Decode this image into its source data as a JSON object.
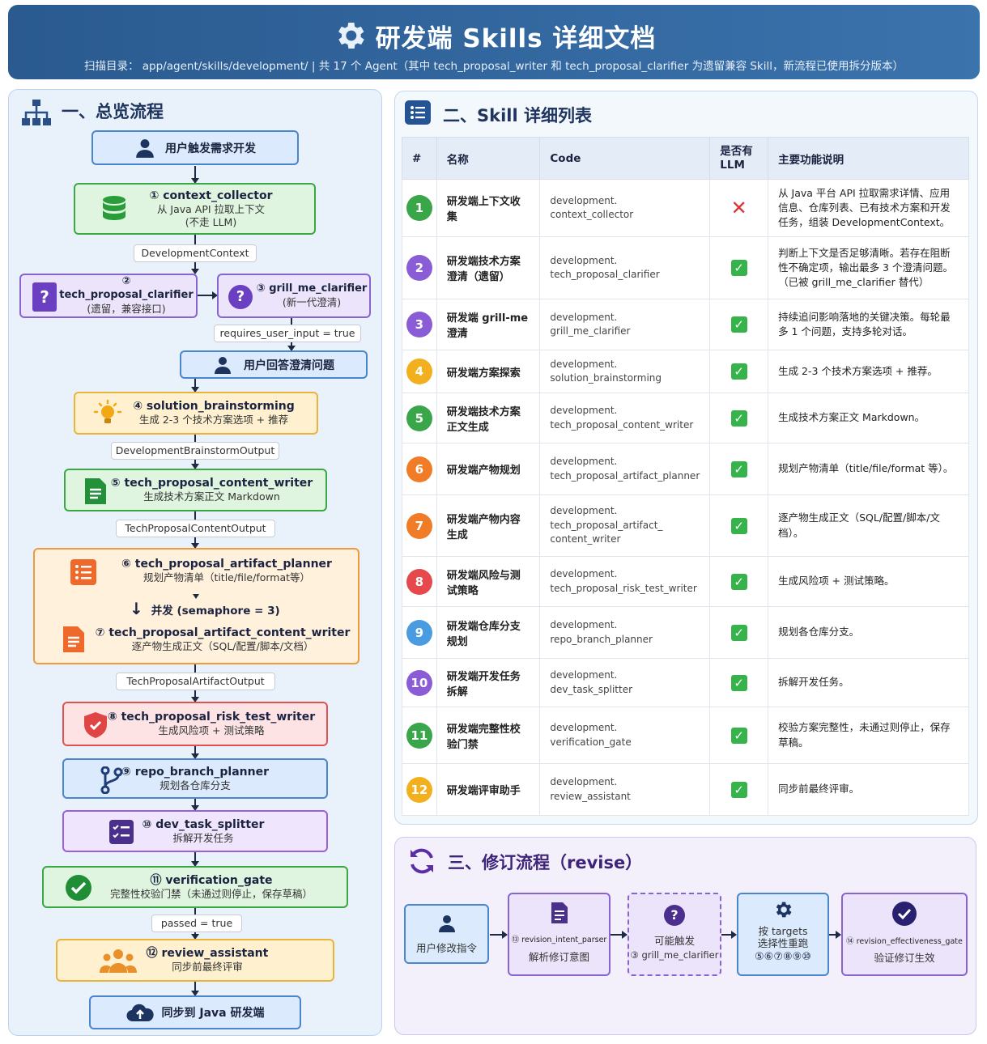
{
  "header": {
    "title": "研发端 Skills 详细文档",
    "subtitle": "扫描目录： app/agent/skills/development/   |   共 17 个 Agent（其中  tech_proposal_writer 和 tech_proposal_clarifier 为遗留兼容 Skill，新流程已使用拆分版本）"
  },
  "overview": {
    "title": "一、总览流程",
    "start": "用户触发需求开发",
    "n1": {
      "title": "① context_collector",
      "l1": "从 Java API 拉取上下文",
      "l2": "(不走 LLM)"
    },
    "t1": "DevelopmentContext",
    "n2": {
      "title": "② tech_proposal_clarifier",
      "l1": "(遗留，兼容接口)"
    },
    "n3": {
      "title": "③ grill_me_clarifier",
      "l1": "(新一代澄清)"
    },
    "t2": "requires_user_input = true",
    "user_answer": "用户回答澄清问题",
    "n4": {
      "title": "④ solution_brainstorming",
      "l1": "生成 2-3 个技术方案选项 + 推荐"
    },
    "t3": "DevelopmentBrainstormOutput",
    "n5": {
      "title": "⑤ tech_proposal_content_writer",
      "l1": "生成技术方案正文 Markdown"
    },
    "t4": "TechProposalContentOutput",
    "n6": {
      "title": "⑥ tech_proposal_artifact_planner",
      "l1": "规划产物清单（title/file/format等）"
    },
    "concurrency": "并发 (semaphore = 3)",
    "n7": {
      "title": "⑦ tech_proposal_artifact_content_writer",
      "l1": "逐产物生成正文（SQL/配置/脚本/文档）"
    },
    "t5": "TechProposalArtifactOutput",
    "n8": {
      "title": "⑧ tech_proposal_risk_test_writer",
      "l1": "生成风险项 + 测试策略"
    },
    "n9": {
      "title": "⑨ repo_branch_planner",
      "l1": "规划各仓库分支"
    },
    "n10": {
      "title": "⑩ dev_task_splitter",
      "l1": "拆解开发任务"
    },
    "n11": {
      "title": "⑪ verification_gate",
      "l1": "完整性校验门禁（未通过则停止，保存草稿）"
    },
    "t6": "passed = true",
    "n12": {
      "title": "⑫ review_assistant",
      "l1": "同步前最终评审"
    },
    "end": "同步到 Java 研发端"
  },
  "skill_list": {
    "title": "二、Skill 详细列表",
    "columns": [
      "#",
      "名称",
      "Code",
      "是否有 LLM",
      "主要功能说明"
    ],
    "rows": [
      {
        "num": "1",
        "color": "#3aa64a",
        "name": "研发端上下文收集",
        "code": "development.\ncontext_collector",
        "llm": false,
        "desc": "从 Java 平台 API 拉取需求详情、应用信息、仓库列表、已有技术方案和开发任务，组装 DevelopmentContext。"
      },
      {
        "num": "2",
        "color": "#8a5cd6",
        "name": "研发端技术方案澄清（遗留）",
        "code": "development.\ntech_proposal_clarifier",
        "llm": true,
        "desc": "判断上下文是否足够清晰。若存在阻断性不确定项，输出最多 3 个澄清问题。（已被 grill_me_clarifier 替代）"
      },
      {
        "num": "3",
        "color": "#8a5cd6",
        "name": "研发端 grill-me 澄清",
        "code": "development.\ngrill_me_clarifier",
        "llm": true,
        "desc": "持续追问影响落地的关键决策。每轮最多 1 个问题，支持多轮对话。"
      },
      {
        "num": "4",
        "color": "#f2b01e",
        "name": "研发端方案探索",
        "code": "development.\nsolution_brainstorming",
        "llm": true,
        "desc": "生成 2-3 个技术方案选项 + 推荐。"
      },
      {
        "num": "5",
        "color": "#3aa64a",
        "name": "研发端技术方案正文生成",
        "code": "development.\ntech_proposal_content_writer",
        "llm": true,
        "desc": "生成技术方案正文 Markdown。"
      },
      {
        "num": "6",
        "color": "#f07c28",
        "name": "研发端产物规划",
        "code": "development.\ntech_proposal_artifact_planner",
        "llm": true,
        "desc": "规划产物清单（title/file/format 等）。"
      },
      {
        "num": "7",
        "color": "#f07c28",
        "name": "研发端产物内容生成",
        "code": "development.\ntech_proposal_artifact_\ncontent_writer",
        "llm": true,
        "desc": "逐产物生成正文（SQL/配置/脚本/文档）。"
      },
      {
        "num": "8",
        "color": "#e5484d",
        "name": "研发端风险与测试策略",
        "code": "development.\ntech_proposal_risk_test_writer",
        "llm": true,
        "desc": "生成风险项 + 测试策略。"
      },
      {
        "num": "9",
        "color": "#4a9be0",
        "name": "研发端仓库分支规划",
        "code": "development.\nrepo_branch_planner",
        "llm": true,
        "desc": "规划各仓库分支。"
      },
      {
        "num": "10",
        "color": "#8a5cd6",
        "name": "研发端开发任务拆解",
        "code": "development.\ndev_task_splitter",
        "llm": true,
        "desc": "拆解开发任务。"
      },
      {
        "num": "11",
        "color": "#3aa64a",
        "name": "研发端完整性校验门禁",
        "code": "development.\nverification_gate",
        "llm": true,
        "desc": "校验方案完整性，未通过则停止，保存草稿。"
      },
      {
        "num": "12",
        "color": "#f2b01e",
        "name": "研发端评审助手",
        "code": "development.\nreview_assistant",
        "llm": true,
        "desc": "同步前最终评审。"
      }
    ]
  },
  "revise": {
    "title": "三、修订流程（revise）",
    "s1": "用户修改指令",
    "s2a": "⑬ revision_intent_parser",
    "s2b": "解析修订意图",
    "s3a": "可能触发",
    "s3b": "③ grill_me_clarifier",
    "s4a": "按 targets",
    "s4b": "选择性重跑",
    "s4c": "⑤⑥⑦⑧⑨⑩",
    "s5a": "⑭ revision_effectiveness_gate",
    "s5b": "验证修订生效"
  },
  "colors": {
    "header": "#2f619b",
    "check": "#36b34a",
    "cross": "#e03030"
  }
}
